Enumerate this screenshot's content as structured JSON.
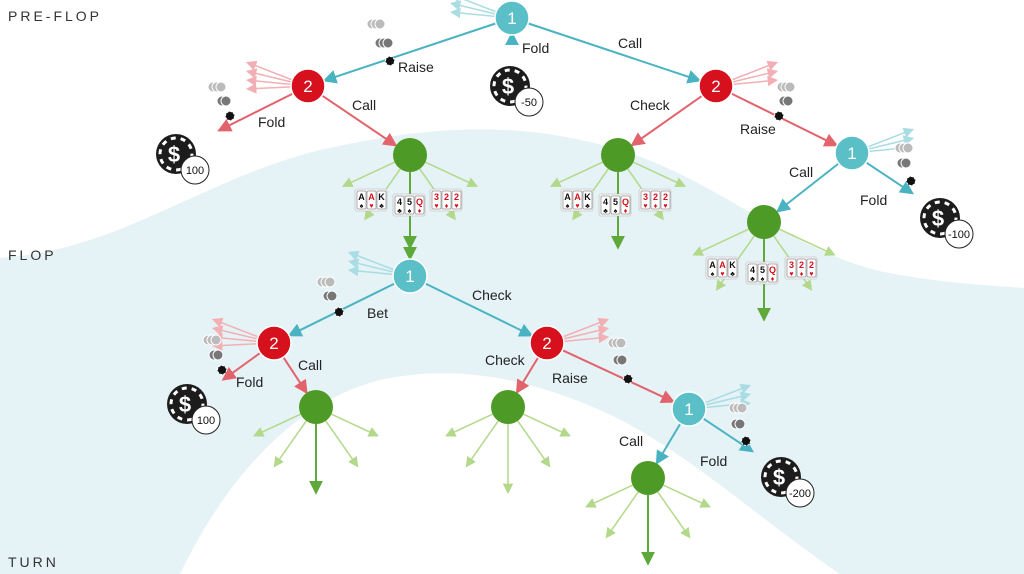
{
  "streets": [
    "PRE-FLOP",
    "FLOP",
    "TURN"
  ],
  "colors": {
    "player1": "#5bbfc8",
    "player2": "#d6101c",
    "chance": "#4e9a27",
    "chance_edge": "#8cc63f",
    "chance_edge_faint": "#c9e3a8",
    "p1_edge": "#4ab3c2",
    "p2_edge": "#e2636b",
    "chip": "#1c1c1c",
    "band": "#e5f2f6"
  },
  "players": {
    "p1": "1",
    "p2": "2"
  },
  "actions": {
    "fold": "Fold",
    "call": "Call",
    "raise": "Raise",
    "check": "Check",
    "bet": "Bet"
  },
  "payoffs": [
    "-50",
    "100",
    "-100",
    "100",
    "-200"
  ],
  "chip_symbol": "$",
  "card_sets": [
    [
      {
        "rank": "A",
        "suit": "♠",
        "red": false
      },
      {
        "rank": "A",
        "suit": "♥",
        "red": true
      },
      {
        "rank": "K",
        "suit": "♣",
        "red": false
      }
    ],
    [
      {
        "rank": "4",
        "suit": "♣",
        "red": false
      },
      {
        "rank": "5",
        "suit": "♠",
        "red": false
      },
      {
        "rank": "Q",
        "suit": "♦",
        "red": true
      }
    ],
    [
      {
        "rank": "3",
        "suit": "♥",
        "red": true
      },
      {
        "rank": "2",
        "suit": "♦",
        "red": true
      },
      {
        "rank": "2",
        "suit": "♥",
        "red": true
      }
    ]
  ]
}
